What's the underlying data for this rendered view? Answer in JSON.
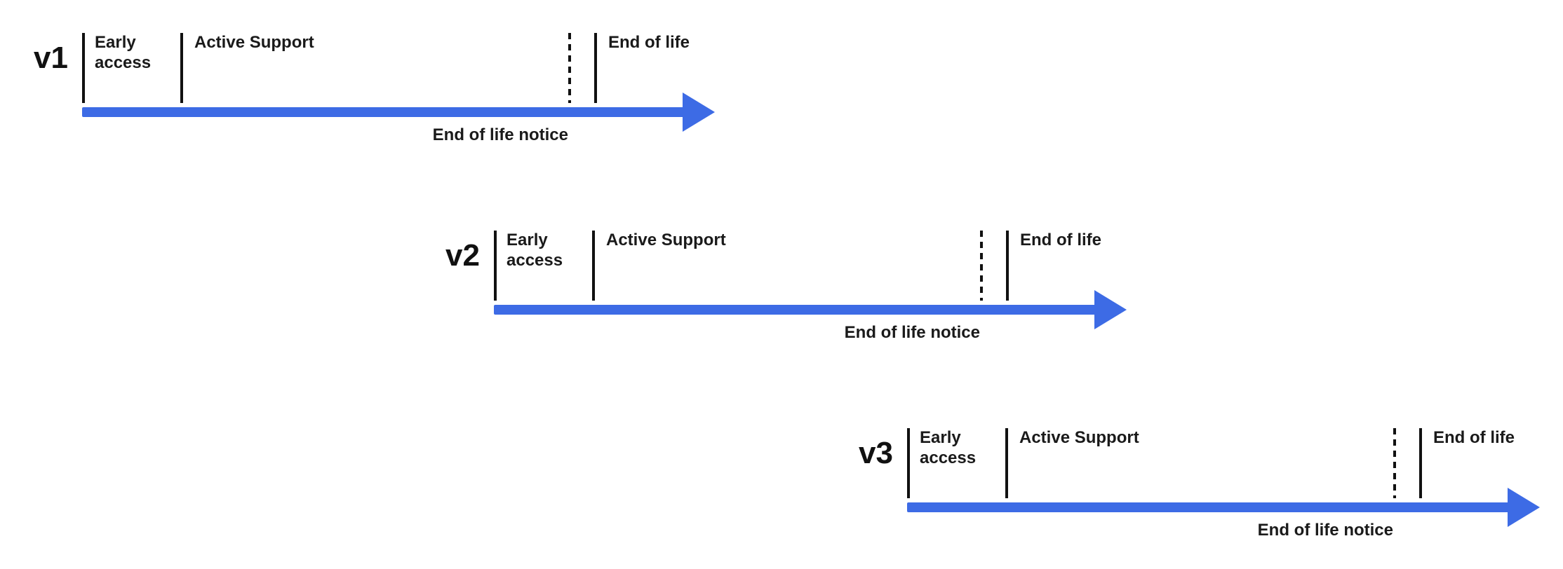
{
  "diagram": {
    "accent_color": "#3d6be5",
    "tick_color": "#111111",
    "text_color": "#1a1a1a",
    "background_color": "#ffffff",
    "timelines": [
      {
        "version": "v1",
        "labels": {
          "early_access": "Early access",
          "active_support": "Active Support",
          "end_of_life": "End of life",
          "end_of_life_notice": "End of life notice"
        }
      },
      {
        "version": "v2",
        "labels": {
          "early_access": "Early access",
          "active_support": "Active Support",
          "end_of_life": "End of life",
          "end_of_life_notice": "End of life notice"
        }
      },
      {
        "version": "v3",
        "labels": {
          "early_access": "Early access",
          "active_support": "Active Support",
          "end_of_life": "End of life",
          "end_of_life_notice": "End of life notice"
        }
      }
    ]
  }
}
